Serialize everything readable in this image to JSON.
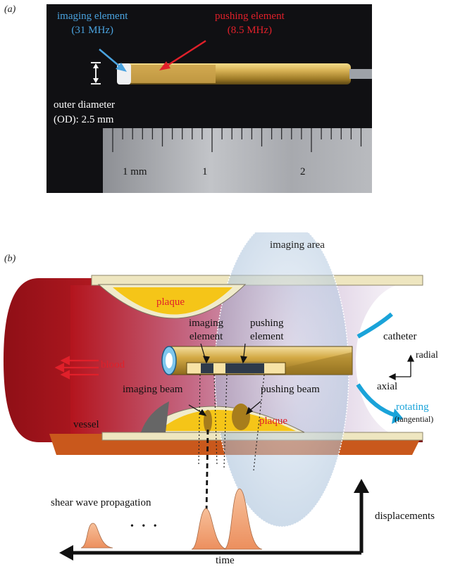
{
  "panel_a": {
    "label": "(a)",
    "imaging_element": {
      "line1": "imaging element",
      "line2": "(31 MHz)"
    },
    "pushing_element": {
      "line1": "pushing element",
      "line2": "(8.5 MHz)"
    },
    "outer_diameter": {
      "line1": "outer diameter",
      "line2": "(OD): 2.5 mm"
    },
    "ruler": {
      "unit": "1 mm",
      "tick1": "1",
      "tick2": "2"
    }
  },
  "panel_b": {
    "label": "(b)",
    "imaging_area": "imaging area",
    "plaque_top": "plaque",
    "plaque_bottom": "plaque",
    "imaging_element": {
      "line1": "imaging",
      "line2": "element"
    },
    "pushing_element": {
      "line1": "pushing",
      "line2": "element"
    },
    "catheter": "catheter",
    "radial": "radial",
    "axial": "axial",
    "blood": "blood",
    "imaging_beam": "imaging beam",
    "pushing_beam": "pushing beam",
    "vessel": "vessel",
    "rotating": "rotating",
    "tangential": "(tangential)",
    "shear_wave": "shear wave propagation",
    "dots": "• • •",
    "displacements": "displacements",
    "time": "time"
  },
  "colors": {
    "imaging_label": "#4aa3df",
    "pushing_label": "#e0202a",
    "vessel_red": "#a5141c",
    "plaque_yellow": "#f5c518",
    "gold": "#c9a237",
    "rotate_blue": "#1aa3d9",
    "peak_orange": "#f2a57a"
  }
}
